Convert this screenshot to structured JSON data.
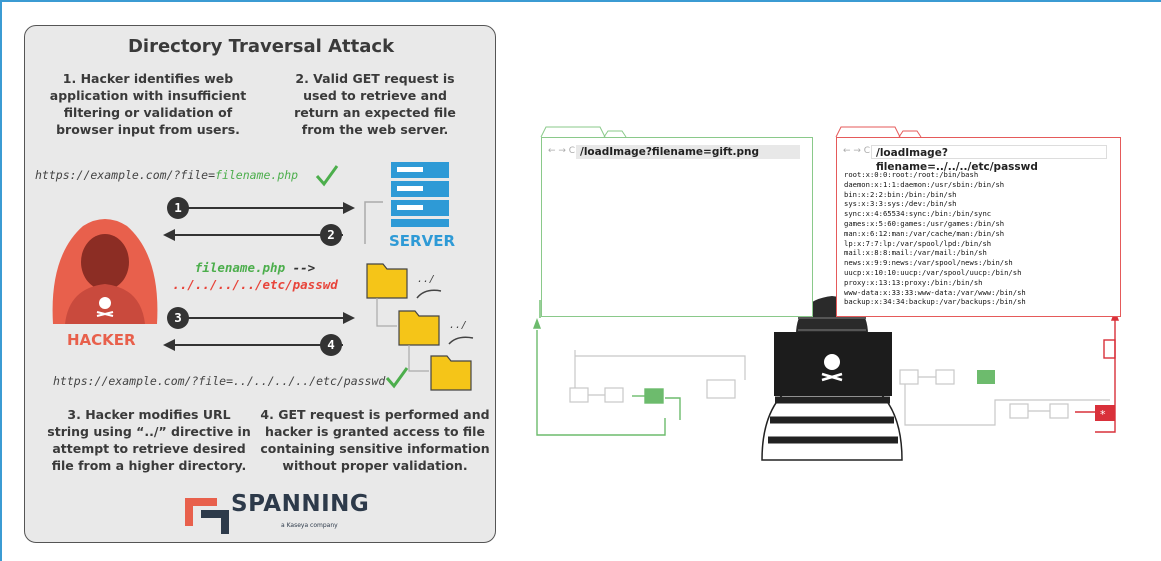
{
  "infographic": {
    "title": "Directory Traversal Attack",
    "steps": [
      {
        "lines": [
          "1. Hacker identifies web",
          "application with insufficient",
          "filtering or validation of",
          "browser input from users."
        ]
      },
      {
        "lines": [
          "2. Valid GET request is",
          "used to retrieve and",
          "return an expected file",
          "from the web server."
        ]
      },
      {
        "lines": [
          "3. Hacker modifies URL",
          "string using “../” directive in",
          "attempt to retrieve desired",
          "file from a higher directory."
        ]
      },
      {
        "lines": [
          "4. GET request is performed and",
          "hacker is granted access to file",
          "containing sensitive information",
          "without proper validation."
        ]
      }
    ],
    "url_valid_prefix": "https://example.com/?file=",
    "url_valid_file": "filename.php",
    "url_attack": "https://example.com/?file=../../../../etc/passwd",
    "payload_from": "filename.php",
    "payload_arrow": " -->",
    "payload_to": "../../../../etc/passwd",
    "arrow_numbers": [
      "1",
      "2",
      "3",
      "4"
    ],
    "folder_marks": [
      "../",
      "../"
    ],
    "hacker_label": "HACKER",
    "server_label": "SERVER",
    "brand": "SPANNING",
    "brand_sub": "a Kaseya company",
    "colors": {
      "red": "#e8604c",
      "green": "#4cae4c",
      "blue": "#2e9ad6",
      "folder": "#f5c518"
    }
  },
  "illustration": {
    "safe_browser": {
      "url": "/loadImage?filename=gift.png",
      "nav": "← → C"
    },
    "attack_browser": {
      "url": "/loadImage?filename=../../../etc/passwd",
      "nav": "← → C"
    },
    "passwd_lines": [
      "root:x:0:0:root:/root:/bin/bash",
      "daemon:x:1:1:daemon:/usr/sbin:/bin/sh",
      "bin:x:2:2:bin:/bin:/bin/sh",
      "sys:x:3:3:sys:/dev:/bin/sh",
      "sync:x:4:65534:sync:/bin:/bin/sync",
      "games:x:5:60:games:/usr/games:/bin/sh",
      "man:x:6:12:man:/var/cache/man:/bin/sh",
      "lp:x:7:7:lp:/var/spool/lpd:/bin/sh",
      "mail:x:8:8:mail:/var/mail:/bin/sh",
      "news:x:9:9:news:/var/spool/news:/bin/sh",
      "uucp:x:10:10:uucp:/var/spool/uucp:/bin/sh",
      "proxy:x:13:13:proxy:/bin:/bin/sh",
      "www-data:x:33:33:www-data:/var/www:/bin/sh",
      "backup:x:34:34:backup:/var/backups:/bin/sh"
    ],
    "colors": {
      "safe": "#6dbb6d",
      "attack": "#d9303a",
      "gray": "#c8c8c8"
    }
  }
}
